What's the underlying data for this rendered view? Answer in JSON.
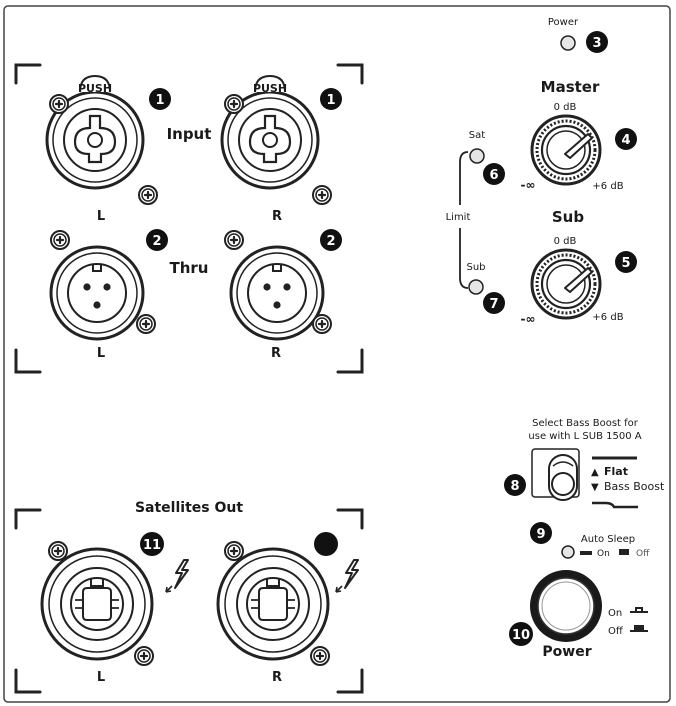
{
  "panel": {
    "input_label": "Input",
    "thru_label": "Thru",
    "push_label": "PUSH",
    "input_left_channel": "L",
    "input_right_channel": "R",
    "thru_left_channel": "L",
    "thru_right_channel": "R",
    "power_led_label": "Power",
    "master": {
      "title": "Master",
      "top_value": "0 dB",
      "min_label": "-∞",
      "max_label": "+6 dB"
    },
    "sub": {
      "title": "Sub",
      "top_value": "0 dB",
      "min_label": "-∞",
      "max_label": "+6 dB"
    },
    "limit": {
      "label": "Limit",
      "sat_label": "Sat",
      "sub_label": "Sub"
    },
    "bass_boost": {
      "caption_line1": "Select Bass Boost for",
      "caption_line2": "use with L SUB 1500 A",
      "flat_label": "Flat",
      "boost_label": "Bass Boost",
      "up_arrow": "▲",
      "down_arrow": "▼"
    },
    "auto_sleep": {
      "label": "Auto Sleep",
      "on_label": "On",
      "off_label": "Off"
    },
    "power_switch": {
      "label": "Power",
      "on_label": "On",
      "off_label": "Off"
    },
    "satellites": {
      "title": "Satellites Out",
      "left_channel": "L",
      "right_channel": "R"
    }
  },
  "markers": {
    "m1a": "1",
    "m1b": "1",
    "m2a": "2",
    "m2b": "2",
    "m3": "3",
    "m4": "4",
    "m5": "5",
    "m6": "6",
    "m7": "7",
    "m8": "8",
    "m9": "9",
    "m10": "10",
    "m11": "11"
  },
  "colors": {
    "ink": "#1a1a1a",
    "panel_border": "#444444",
    "led": "#e6e6e6"
  }
}
